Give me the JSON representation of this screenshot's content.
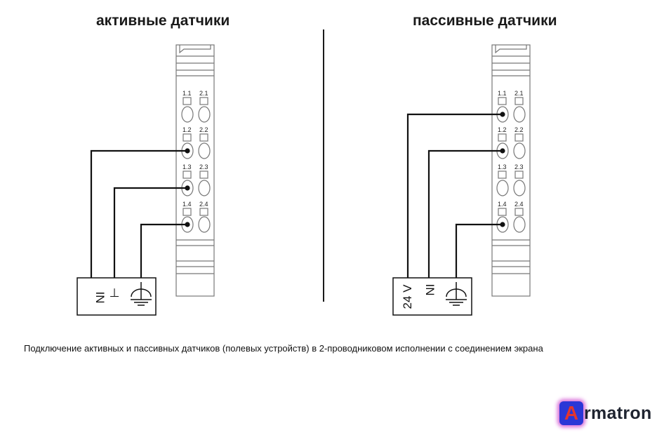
{
  "titles": {
    "left": "активные датчики",
    "right": "пассивные датчики"
  },
  "terminal_labels": {
    "row1": [
      "1.1",
      "2.1"
    ],
    "row2": [
      "1.2",
      "2.2"
    ],
    "row3": [
      "1.3",
      "2.3"
    ],
    "row4": [
      "1.4",
      "2.4"
    ]
  },
  "active_device": {
    "labels": [
      "IN",
      "⊥"
    ],
    "connections": [
      "1.2",
      "1.3",
      "1.4"
    ],
    "has_ground_symbol": true
  },
  "passive_device": {
    "labels": [
      "24 V",
      "IN"
    ],
    "connections": [
      "1.1",
      "1.2",
      "1.4"
    ],
    "has_ground_symbol": true
  },
  "caption": "Подключение активных и пассивных датчиков (полевых устройств) в 2-проводниковом исполнении с соединением экрана",
  "logo": {
    "letter": "A",
    "rest": "rmatron"
  },
  "colors": {
    "line": "#111111",
    "module_stroke": "#777777",
    "logo_blue": "#2a37d6",
    "logo_glow": "#d86cd8",
    "logo_letter": "#e4352d"
  }
}
